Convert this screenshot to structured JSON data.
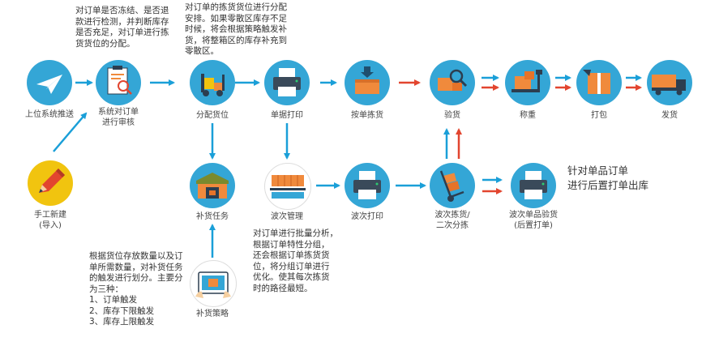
{
  "nodes": {
    "upstream_push": "上位系统推送",
    "manual_create": "手工新建",
    "manual_create_sub": "(导入)",
    "order_review": "系统对订单",
    "order_review_sub": "进行审核",
    "allocate": "分配货位",
    "print_single": "单据打印",
    "pick_by_order": "按单拣货",
    "inspect": "验货",
    "weigh": "称重",
    "pack": "打包",
    "ship": "发货",
    "replenish_task": "补货任务",
    "replenish_strategy": "补货策略",
    "wave_mgmt": "波次管理",
    "wave_print": "波次打印",
    "wave_pick": "波次拣货/",
    "wave_pick_sub": "二次分拣",
    "wave_single_inspect": "波次单品验货",
    "wave_single_inspect_sub": "(后置打单)"
  },
  "notes": {
    "review_note": [
      "对订单是否冻结、是否退",
      "款进行检测，并判断库存",
      "是否充足，对订单进行拣",
      "货货位的分配。"
    ],
    "allocate_note": [
      "对订单的拣货货位进行分配",
      "安排。如果零散区库存不足",
      "时候，将会根据策略触发补",
      "货，将整箱区的库存补充到",
      "零散区。"
    ],
    "replenish_note": [
      "根据货位存放数量以及订",
      "单所需数量，对补货任务",
      "的触发进行划分。主要分",
      "为三种：",
      "1、订单触发",
      "2、库存下限触发",
      "3、库存上限触发"
    ],
    "wave_note": [
      "对订单进行批量分析，",
      "根据订单特性分组，",
      "还会根据订单拣货货",
      "位，将分组订单进行",
      "优化。使其每次拣货",
      "时的路径最短。"
    ],
    "single_note": [
      "针对单品订单",
      "进行后置打单出库"
    ]
  },
  "colors": {
    "node_blue": "#34a6d6",
    "arrow_blue": "#1a9fd8",
    "arrow_red": "#e2452f",
    "manual_yellow": "#f1c40f",
    "box_orange": "#f08a3c"
  }
}
